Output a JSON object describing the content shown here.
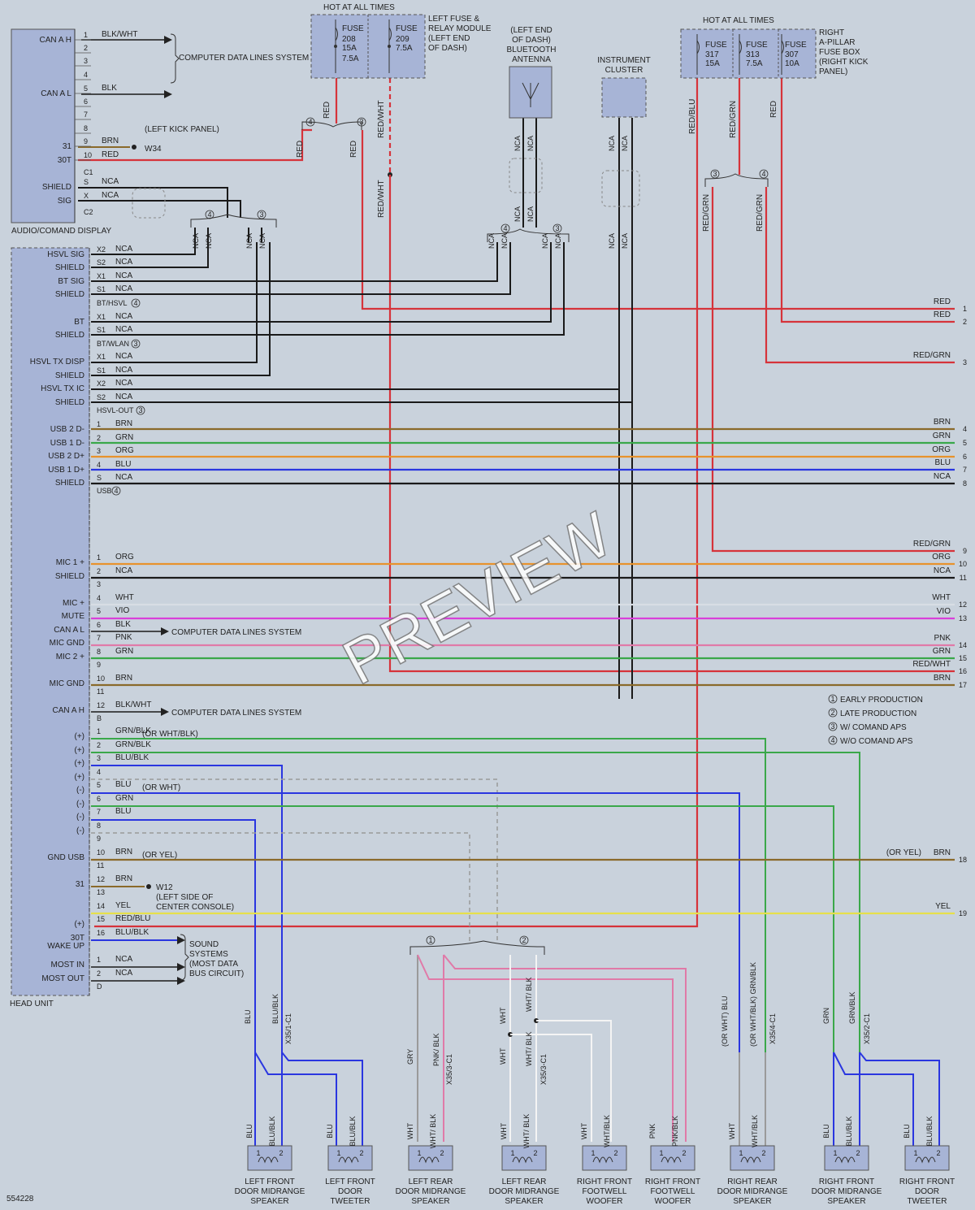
{
  "diagram_id": "554228",
  "watermark": "PREVIEW",
  "legend": [
    {
      "num": "1",
      "label": "EARLY PRODUCTION"
    },
    {
      "num": "2",
      "label": "LATE PRODUCTION"
    },
    {
      "num": "3",
      "label": "W/ COMAND APS"
    },
    {
      "num": "4",
      "label": "W/O COMAND APS"
    }
  ],
  "hot_at_all_times": "HOT AT ALL TIMES",
  "left_fuse_module": {
    "label": "LEFT FUSE & RELAY MODULE (LEFT END OF DASH)",
    "fuses": [
      {
        "label": "FUSE",
        "num": "208",
        "rating": "15A",
        "alt": "7.5A",
        "mark1": "4",
        "mark2": "3"
      },
      {
        "label": "FUSE",
        "num": "209",
        "rating": "7.5A"
      }
    ]
  },
  "right_fuse_box": {
    "label": "RIGHT A-PILLAR FUSE BOX (RIGHT KICK PANEL)",
    "fuses": [
      {
        "label": "FUSE",
        "num": "317",
        "rating": "15A"
      },
      {
        "label": "FUSE",
        "num": "313",
        "rating": "7.5A"
      },
      {
        "label": "FUSE",
        "num": "307",
        "rating": "10A"
      }
    ]
  },
  "bt_antenna_label": "(LEFT END OF DASH) BLUETOOTH ANTENNA",
  "instrument_cluster_label": "INSTRUMENT CLUSTER",
  "audio_display": {
    "label": "AUDIO/COMAND DISPLAY",
    "pins": [
      {
        "name": "CAN A H",
        "pin": "1",
        "wire": "BLK/WHT"
      },
      {
        "name": "",
        "pin": "2",
        "wire": ""
      },
      {
        "name": "",
        "pin": "3",
        "wire": ""
      },
      {
        "name": "",
        "pin": "4",
        "wire": ""
      },
      {
        "name": "CAN A L",
        "pin": "5",
        "wire": "BLK"
      },
      {
        "name": "",
        "pin": "6",
        "wire": ""
      },
      {
        "name": "",
        "pin": "7",
        "wire": ""
      },
      {
        "name": "",
        "pin": "8",
        "wire": ""
      },
      {
        "name": "31",
        "pin": "9",
        "wire": "BRN"
      },
      {
        "name": "30T",
        "pin": "10",
        "wire": "RED"
      },
      {
        "name": "",
        "pin": "C1",
        "wire": ""
      },
      {
        "name": "SHIELD",
        "pin": "S",
        "wire": "NCA"
      },
      {
        "name": "SIG",
        "pin": "X",
        "wire": "NCA"
      },
      {
        "name": "",
        "pin": "C2",
        "wire": ""
      }
    ],
    "computer_label": "COMPUTER DATA LINES SYSTEM",
    "ground_label": "(LEFT KICK PANEL)",
    "ground_id": "W34"
  },
  "head_unit": {
    "label": "HEAD UNIT",
    "connectors": [
      {
        "name": "HSVL SIG",
        "pin": "X2",
        "wire": "NCA"
      },
      {
        "name": "SHIELD",
        "pin": "S2",
        "wire": "NCA"
      },
      {
        "name": "BT SIG",
        "pin": "X1",
        "wire": "NCA"
      },
      {
        "name": "SHIELD",
        "pin": "S1",
        "wire": "NCA"
      },
      {
        "name": "",
        "pin": "BT/HSVL",
        "wire": "",
        "mark": "4"
      },
      {
        "name": "BT",
        "pin": "X1",
        "wire": "NCA"
      },
      {
        "name": "SHIELD",
        "pin": "S1",
        "wire": "NCA"
      },
      {
        "name": "",
        "pin": "BT/WLAN",
        "wire": "",
        "mark": "3"
      },
      {
        "name": "HSVL TX DISP",
        "pin": "X1",
        "wire": "NCA"
      },
      {
        "name": "SHIELD",
        "pin": "S1",
        "wire": "NCA"
      },
      {
        "name": "HSVL TX IC",
        "pin": "X2",
        "wire": "NCA"
      },
      {
        "name": "SHIELD",
        "pin": "S2",
        "wire": "NCA"
      },
      {
        "name": "",
        "pin": "HSVL-OUT",
        "wire": "",
        "mark": "3"
      },
      {
        "name": "USB 2 D-",
        "pin": "1",
        "wire": "BRN"
      },
      {
        "name": "USB 1 D-",
        "pin": "2",
        "wire": "GRN"
      },
      {
        "name": "USB 2 D+",
        "pin": "3",
        "wire": "ORG"
      },
      {
        "name": "USB 1 D+",
        "pin": "4",
        "wire": "BLU"
      },
      {
        "name": "SHIELD",
        "pin": "S",
        "wire": "NCA"
      },
      {
        "name": "",
        "pin": "USB",
        "wire": "",
        "mark": "4"
      }
    ],
    "section_a": [
      {
        "name": "MIC 1 +",
        "pin": "1",
        "wire": "ORG"
      },
      {
        "name": "SHIELD",
        "pin": "2",
        "wire": "NCA"
      },
      {
        "name": "",
        "pin": "3",
        "wire": ""
      },
      {
        "name": "MIC +",
        "pin": "4",
        "wire": "WHT"
      },
      {
        "name": "MUTE",
        "pin": "5",
        "wire": "VIO"
      },
      {
        "name": "CAN A L",
        "pin": "6",
        "wire": "BLK"
      },
      {
        "name": "MIC GND",
        "pin": "7",
        "wire": "PNK"
      },
      {
        "name": "MIC 2 +",
        "pin": "8",
        "wire": "GRN"
      },
      {
        "name": "",
        "pin": "9",
        "wire": ""
      },
      {
        "name": "MIC GND",
        "pin": "10",
        "wire": "BRN"
      },
      {
        "name": "",
        "pin": "11",
        "wire": ""
      },
      {
        "name": "CAN A H",
        "pin": "12",
        "wire": "BLK/WHT"
      },
      {
        "name": "",
        "pin": "B",
        "wire": ""
      }
    ],
    "section_b": [
      {
        "name": "(+)",
        "pin": "1",
        "wire": "GRN/BLK",
        "note": "(OR WHT/BLK)"
      },
      {
        "name": "(+)",
        "pin": "2",
        "wire": "GRN/BLK",
        "note": ""
      },
      {
        "name": "(+)",
        "pin": "3",
        "wire": "BLU/BLK",
        "note": ""
      },
      {
        "name": "(+)",
        "pin": "4",
        "wire": "",
        "note": ""
      },
      {
        "name": "(-)",
        "pin": "5",
        "wire": "BLU",
        "note": "(OR WHT)"
      },
      {
        "name": "(-)",
        "pin": "6",
        "wire": "GRN",
        "note": ""
      },
      {
        "name": "(-)",
        "pin": "7",
        "wire": "BLU",
        "note": ""
      },
      {
        "name": "(-)",
        "pin": "8",
        "wire": "",
        "note": ""
      },
      {
        "name": "",
        "pin": "9",
        "wire": "",
        "note": ""
      },
      {
        "name": "GND USB",
        "pin": "10",
        "wire": "BRN",
        "note": "(OR YEL)"
      },
      {
        "name": "",
        "pin": "11",
        "wire": "",
        "note": ""
      },
      {
        "name": "31",
        "pin": "12",
        "wire": "BRN",
        "note": ""
      },
      {
        "name": "",
        "pin": "13",
        "wire": "",
        "note": ""
      },
      {
        "name": "",
        "pin": "14",
        "wire": "YEL",
        "note": ""
      },
      {
        "name": "(+)",
        "pin": "15",
        "wire": "RED/BLU",
        "note": ""
      },
      {
        "name": "30T",
        "pin": "16",
        "wire": "BLU/BLK",
        "note": ""
      },
      {
        "name": "WAKE UP",
        "pin": "",
        "wire": "",
        "note": ""
      },
      {
        "name": "MOST IN",
        "pin": "1",
        "wire": "NCA",
        "note": ""
      },
      {
        "name": "MOST OUT",
        "pin": "2",
        "wire": "NCA",
        "note": ""
      },
      {
        "name": "",
        "pin": "D",
        "wire": "",
        "note": ""
      }
    ],
    "computer_label": "COMPUTER DATA LINES SYSTEM",
    "sound_label": "SOUND SYSTEMS (MOST DATA BUS CIRCUIT)",
    "ground_id": "W12",
    "ground_label": "(LEFT SIDE OF CENTER CONSOLE)"
  },
  "right_edge": [
    {
      "num": "1",
      "wire": "RED"
    },
    {
      "num": "2",
      "wire": "RED"
    },
    {
      "num": "3",
      "wire": "RED/GRN"
    },
    {
      "num": "4",
      "wire": "BRN"
    },
    {
      "num": "5",
      "wire": "GRN"
    },
    {
      "num": "6",
      "wire": "ORG"
    },
    {
      "num": "7",
      "wire": "BLU"
    },
    {
      "num": "8",
      "wire": "NCA"
    },
    {
      "num": "9",
      "wire": "RED/GRN"
    },
    {
      "num": "10",
      "wire": "ORG"
    },
    {
      "num": "11",
      "wire": "NCA"
    },
    {
      "num": "12",
      "wire": "WHT"
    },
    {
      "num": "13",
      "wire": "VIO"
    },
    {
      "num": "14",
      "wire": "PNK"
    },
    {
      "num": "15",
      "wire": "GRN"
    },
    {
      "num": "16",
      "wire": "RED/WHT"
    },
    {
      "num": "17",
      "wire": "BRN"
    },
    {
      "num": "18",
      "wire": "BRN",
      "note": "(OR YEL)"
    },
    {
      "num": "19",
      "wire": "YEL"
    }
  ],
  "speakers": [
    {
      "label": "LEFT FRONT DOOR MIDRANGE SPEAKER",
      "w1": "BLU",
      "w2": "BLU/BLK"
    },
    {
      "label": "LEFT FRONT DOOR TWEETER",
      "w1": "BLU",
      "w2": "BLU/BLK"
    },
    {
      "label": "LEFT REAR DOOR MIDRANGE SPEAKER",
      "w1": "WHT",
      "w2": "WHT/ BLK"
    },
    {
      "label": "LEFT REAR DOOR MIDRANGE SPEAKER",
      "w1": "WHT",
      "w2": "WHT/ BLK"
    },
    {
      "label": "RIGHT FRONT FOOTWELL WOOFER",
      "w1": "WHT",
      "w2": "WHT/BLK"
    },
    {
      "label": "RIGHT FRONT FOOTWELL WOOFER",
      "w1": "PNK",
      "w2": "PNK/BLK"
    },
    {
      "label": "RIGHT REAR DOOR MIDRANGE SPEAKER",
      "w1": "WHT",
      "w2": "WHT/BLK"
    },
    {
      "label": "RIGHT FRONT DOOR MIDRANGE SPEAKER",
      "w1": "BLU",
      "w2": "BLU/BLK"
    },
    {
      "label": "RIGHT FRONT DOOR TWEETER",
      "w1": "BLU",
      "w2": "BLU/BLK"
    }
  ],
  "connector_ids": [
    "X35/1-C1",
    "X35/3-C1",
    "X35/3-C1",
    "X35/4-C1",
    "X35/2-C1"
  ],
  "wire_labels": {
    "red": "RED",
    "red_wht": "RED/WHT",
    "red_blu": "RED/BLU",
    "red_grn": "RED/GRN",
    "nca": "NCA",
    "blu": "BLU",
    "blu_blk": "BLU/BLK",
    "gry": "GRY",
    "pnk_blk": "PNK/ BLK",
    "wht": "WHT",
    "wht_blk": "WHT/ BLK",
    "or_wht_blu": "(OR WHT) BLU",
    "or_whtblk_grnblk": "(OR WHT/BLK) GRN/BLK",
    "grn": "GRN",
    "grn_blk": "GRN/BLK"
  },
  "colors": {
    "background": "#c9d2dc",
    "box": "#a7b4d6",
    "red": "#d6333a",
    "blue": "#2a36e0",
    "green": "#3aa84a",
    "orange": "#e8922c",
    "brown": "#8a6a2a",
    "yellow": "#e6e04a",
    "violet": "#d940d9",
    "pink": "#e07aa8",
    "gray": "#9a9a9a",
    "black": "#1a1a1a",
    "white": "#f4f4f4"
  }
}
